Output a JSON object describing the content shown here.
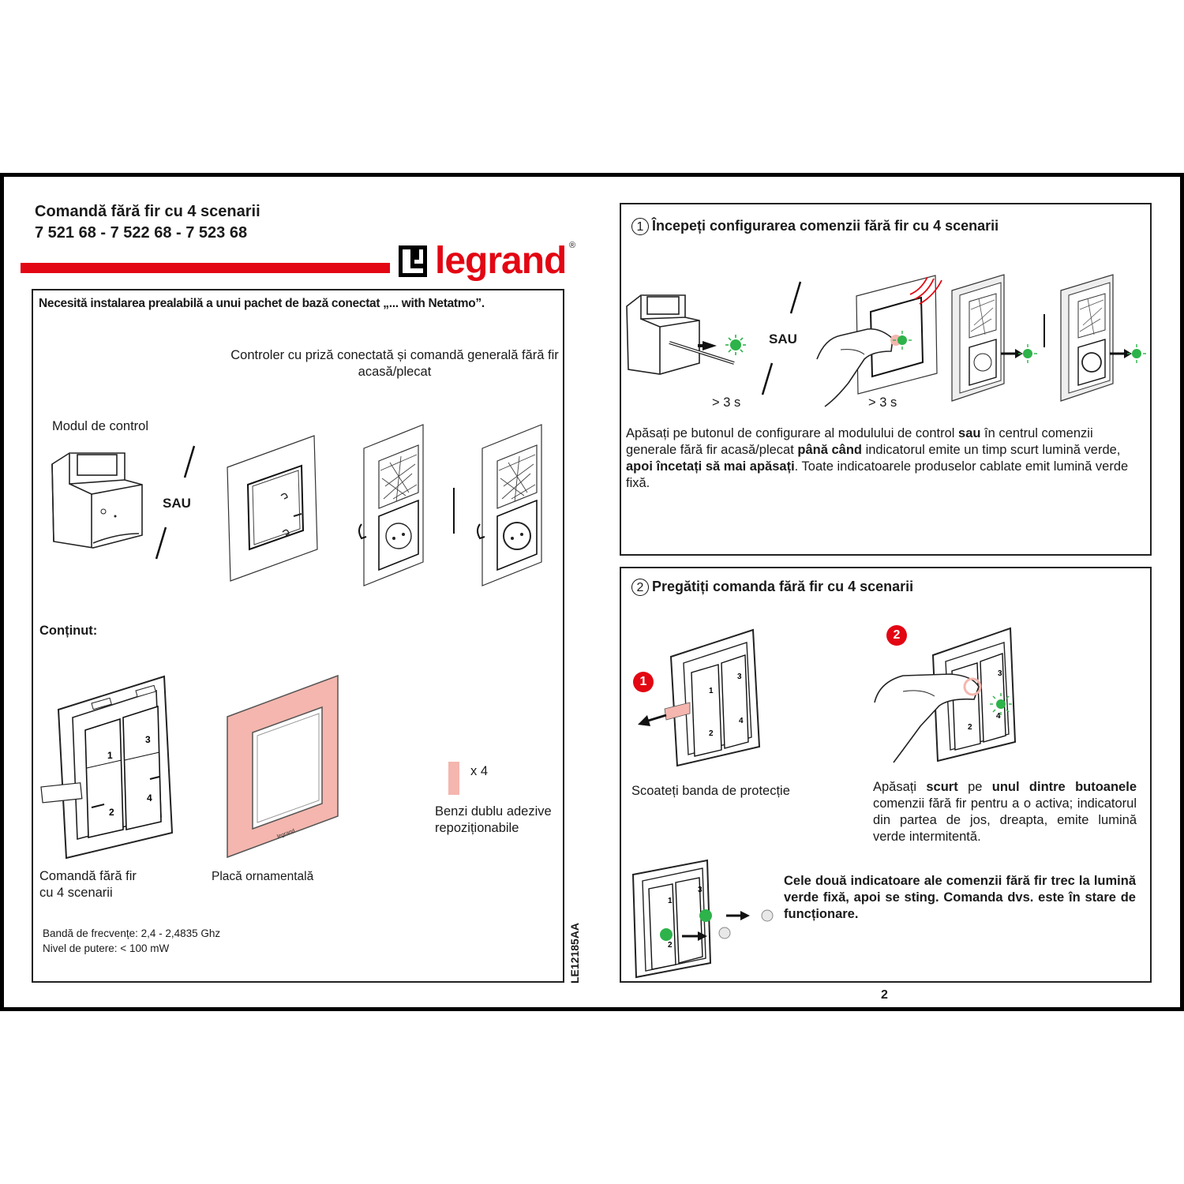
{
  "header": {
    "title_line1": "Comandă fără fir cu 4 scenarii",
    "title_line2": "7 521 68 - 7 522 68 - 7 523 68",
    "brand": "legrand",
    "registered_mark": "®",
    "brand_color": "#e30613"
  },
  "left_panel": {
    "requirement": "Necesită instalarea prealabilă a unui pachet de bază conectat „... with Netatmo”.",
    "controller_caption_line1": "Controler cu priză conectată și comandă generală fără fir",
    "controller_caption_line2": "acasă/plecat",
    "module_label": "Modul de control",
    "or_label": "SAU",
    "content_heading": "Conținut:",
    "item_command_line1": "Comandă fără fir",
    "item_command_line2": "cu 4 scenarii",
    "item_plate": "Placă ornamentală",
    "tape_count": "x 4",
    "tape_label_line1": "Benzi dublu adezive",
    "tape_label_line2": "repoziționabile",
    "freq_band": "Bandă de frecvențe: 2,4 - 2,4835 Ghz",
    "power_level": "Nivel de putere: < 100 mW",
    "button_numbers": [
      "1",
      "2",
      "3",
      "4"
    ],
    "plate_color": "#f4b6ae"
  },
  "doc_code": "LE12185AA",
  "step1": {
    "number": "1",
    "title": "Începeți configurarea comenzii fără fir cu 4 scenarii",
    "or_label": "SAU",
    "duration_a": "> 3 s",
    "duration_b": "> 3 s",
    "p_1": "Apăsați pe butonul de configurare al modulului de control ",
    "p_2": "sau",
    "p_3": " în centrul comenzii generale fără fir acasă/plecat ",
    "p_4": "până când",
    "p_5": " indicatorul emite un timp scurt lumină verde, ",
    "p_6": "apoi încetați să mai apăsați",
    "p_7": ". Toate indicatoarele produselor cablate emit lumină verde fixă."
  },
  "step2": {
    "number": "2",
    "title": "Pregătiți comanda fără fir cu 4 scenarii",
    "badge1": "1",
    "badge2": "2",
    "remove_strip": "Scoateți banda de protecție",
    "p_1": "Apăsați ",
    "p_2": "scurt",
    "p_3": " pe ",
    "p_4": "unul dintre butoanele",
    "p_5": " comenzii fără fir pentru a o activa; indicatorul din partea de jos, dreapta, emite lumină verde intermitentă.",
    "final_note": "Cele două indicatoare ale comenzii fără fir trec la lumină verde fixă, apoi se sting. Comanda dvs. este în stare de funcționare.",
    "led_green": "#2db34a"
  },
  "page_number": "2"
}
